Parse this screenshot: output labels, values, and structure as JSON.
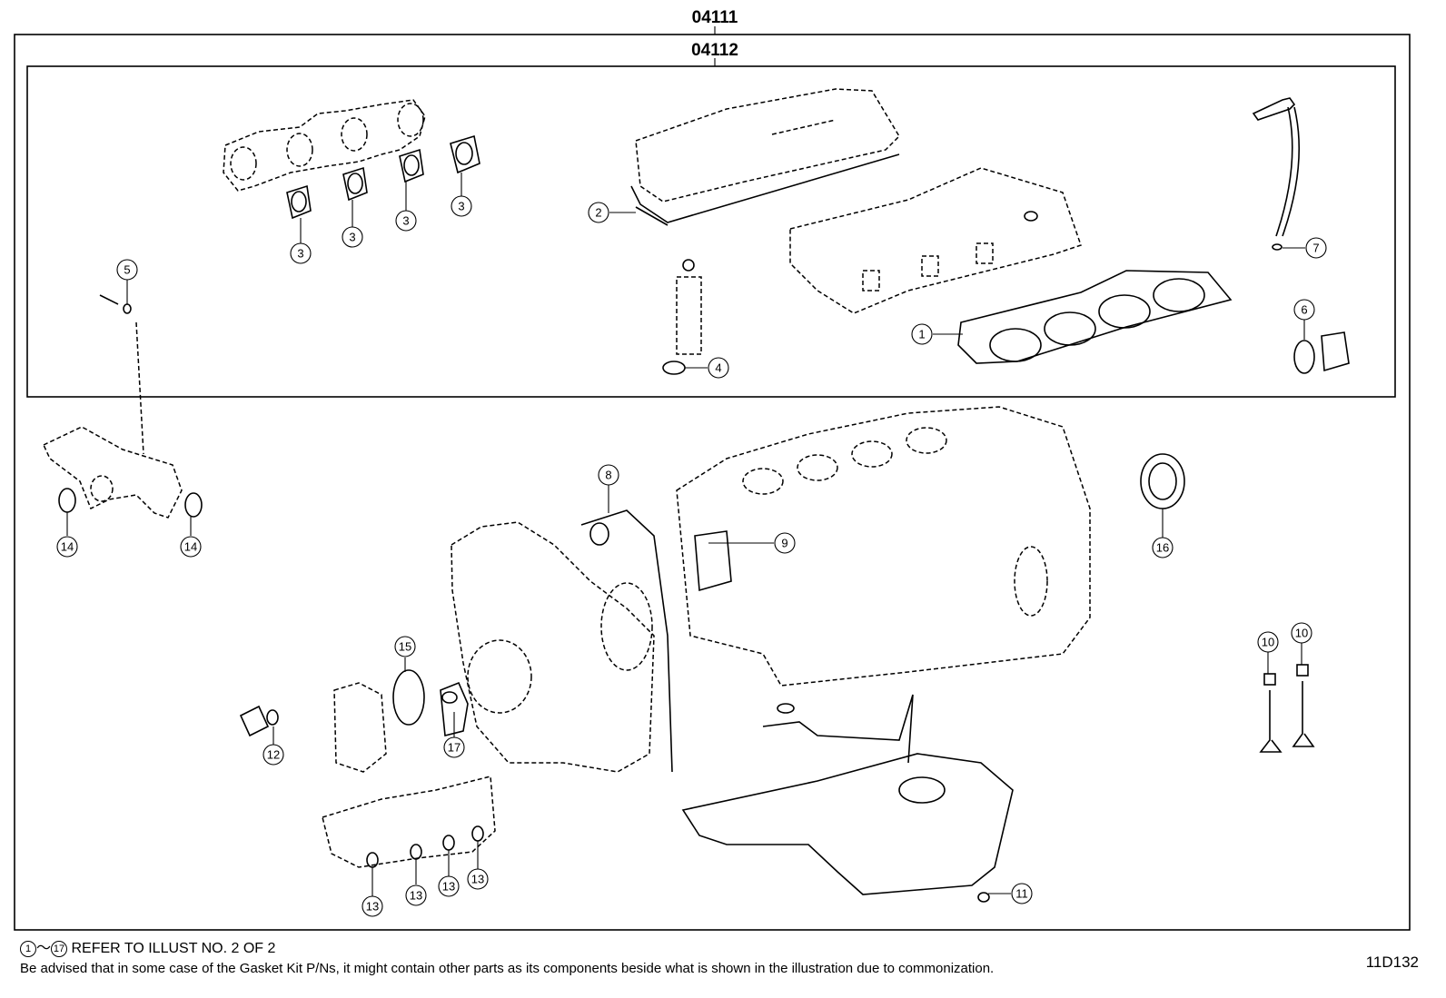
{
  "header": {
    "kit_code_outer": "04111",
    "kit_code_inner": "04112"
  },
  "callouts": [
    {
      "id": "c1",
      "label": "1"
    },
    {
      "id": "c2",
      "label": "2"
    },
    {
      "id": "c3a",
      "label": "3"
    },
    {
      "id": "c3b",
      "label": "3"
    },
    {
      "id": "c3c",
      "label": "3"
    },
    {
      "id": "c3d",
      "label": "3"
    },
    {
      "id": "c4",
      "label": "4"
    },
    {
      "id": "c5",
      "label": "5"
    },
    {
      "id": "c6",
      "label": "6"
    },
    {
      "id": "c7",
      "label": "7"
    },
    {
      "id": "c8",
      "label": "8"
    },
    {
      "id": "c9",
      "label": "9"
    },
    {
      "id": "c10a",
      "label": "10"
    },
    {
      "id": "c10b",
      "label": "10"
    },
    {
      "id": "c11",
      "label": "11"
    },
    {
      "id": "c12",
      "label": "12"
    },
    {
      "id": "c13a",
      "label": "13"
    },
    {
      "id": "c13b",
      "label": "13"
    },
    {
      "id": "c13c",
      "label": "13"
    },
    {
      "id": "c13d",
      "label": "13"
    },
    {
      "id": "c14a",
      "label": "14"
    },
    {
      "id": "c14b",
      "label": "14"
    },
    {
      "id": "c15",
      "label": "15"
    },
    {
      "id": "c16",
      "label": "16"
    },
    {
      "id": "c17",
      "label": "17"
    }
  ],
  "footer": {
    "range_start": "1",
    "range_sep": "～",
    "range_end": "17",
    "refer_text": "REFER TO ILLUST NO. 2 OF 2",
    "advisory": "Be advised that in some case of the Gasket Kit P/Ns,  it might contain other parts as its components beside what is shown in the illustration due to commonization.",
    "figure_id": "11D132"
  }
}
